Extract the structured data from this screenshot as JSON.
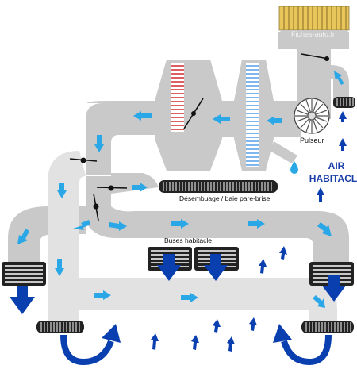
{
  "labels": {
    "watermark": "Fiches-auto.fr",
    "pulseur": "Pulseur",
    "air_line1": "AIR",
    "air_line2": "HABITACLE",
    "desembuage": "Désembuage / baie pare-brise",
    "buses": "Buses habitacle"
  },
  "colors": {
    "duct": "#c9c9c9",
    "duct_light": "#e2e2e2",
    "arrow_light": "#2aa7e6",
    "arrow_dark": "#0a3fb0",
    "text_blue": "#1a3ea8",
    "heater_core": "#d23a3a",
    "evaporator": "#5fa3e8",
    "filter": "#e8c65a"
  },
  "icons": [
    "fan-icon",
    "water-drop-icon",
    "flap-icon",
    "vent-grille-icon"
  ]
}
